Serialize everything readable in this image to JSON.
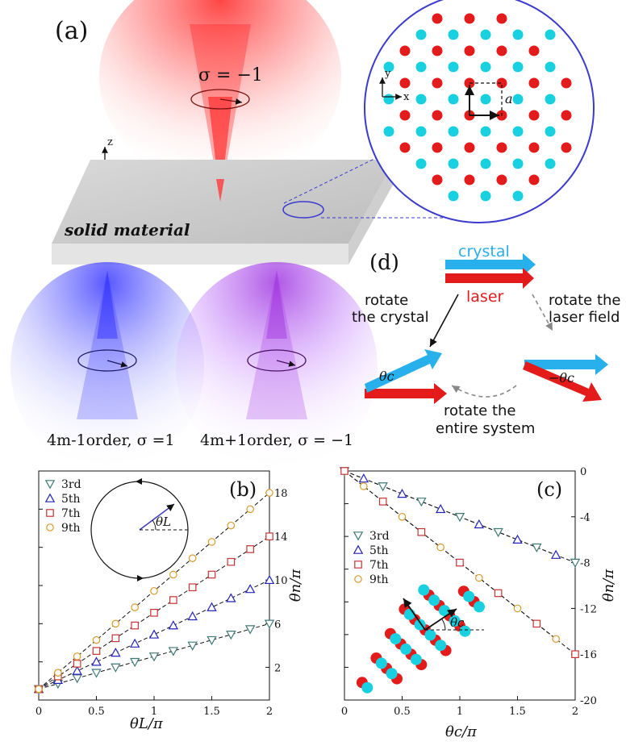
{
  "panel_a": {
    "label": "(a)",
    "incident_sigma": "σ = −1",
    "material": "solid material",
    "axes": {
      "z": "z",
      "y": "y",
      "x": "x"
    },
    "lattice_axes": {
      "y": "y",
      "x": "x"
    },
    "lattice_const": "a",
    "out_left": "4m-1order, σ =1",
    "out_right": "4m+1order, σ = −1"
  },
  "panel_d": {
    "label": "(d)",
    "crystal": "crystal",
    "laser": "laser",
    "rotate_crystal": [
      "rotate",
      "the crystal"
    ],
    "rotate_laser": [
      "rotate the",
      "laser field"
    ],
    "rotate_system": [
      "rotate the",
      "entire system"
    ],
    "theta_c": "θc",
    "minus_theta_c": "−θc"
  },
  "chart_data": [
    {
      "panel": "(b)",
      "type": "scatter",
      "xlabel": "θL/π",
      "ylabel": "θn/π",
      "xlim": [
        0,
        2
      ],
      "ylim": [
        -1,
        20
      ],
      "xticks": [
        "0",
        "0.5",
        "1",
        "1.5",
        "2"
      ],
      "yticks": [
        "2",
        "6",
        "10",
        "14",
        "18"
      ],
      "x": [
        0,
        0.1667,
        0.3333,
        0.5,
        0.6667,
        0.8333,
        1.0,
        1.1667,
        1.3333,
        1.5,
        1.6667,
        1.8333,
        2.0
      ],
      "series": [
        {
          "name": "3rd",
          "marker": "tri-down",
          "color": "#3f7a77",
          "slope": 3
        },
        {
          "name": "5th",
          "marker": "tri-up",
          "color": "#2323b8",
          "slope": 5
        },
        {
          "name": "7th",
          "marker": "square",
          "color": "#c83232",
          "slope": 7
        },
        {
          "name": "9th",
          "marker": "circle",
          "color": "#d99a2b",
          "slope": 9
        }
      ],
      "inset_label": "θL"
    },
    {
      "panel": "(c)",
      "type": "scatter",
      "xlabel": "θc/π",
      "ylabel": "θn/π",
      "xlim": [
        0,
        2
      ],
      "ylim": [
        -20,
        0
      ],
      "xticks": [
        "0",
        "0.5",
        "1",
        "1.5",
        "2"
      ],
      "yticks": [
        "0",
        "-4",
        "-8",
        "-12",
        "-16",
        "-20"
      ],
      "x": [
        0,
        0.1667,
        0.3333,
        0.5,
        0.6667,
        0.8333,
        1.0,
        1.1667,
        1.3333,
        1.5,
        1.6667,
        1.8333,
        2.0
      ],
      "series": [
        {
          "name": "3rd",
          "marker": "tri-down",
          "color": "#3f7a77",
          "slope": -4,
          "x": [
            0,
            0.3333,
            0.6667,
            1.0,
            1.3333,
            1.6667,
            2.0
          ]
        },
        {
          "name": "5th",
          "marker": "tri-up",
          "color": "#2323b8",
          "slope": -4,
          "x": [
            0.1667,
            0.5,
            0.8333,
            1.1667,
            1.5,
            1.8333
          ]
        },
        {
          "name": "7th",
          "marker": "square",
          "color": "#c83232",
          "slope": -8,
          "x": [
            0,
            0.3333,
            0.6667,
            1.0,
            1.3333,
            1.6667,
            2.0
          ]
        },
        {
          "name": "9th",
          "marker": "circle",
          "color": "#d99a2b",
          "slope": -8,
          "x": [
            0.1667,
            0.5,
            0.8333,
            1.1667,
            1.5,
            1.8333
          ]
        }
      ],
      "inset_label": "θc"
    }
  ],
  "colors": {
    "red": "#e31b1b",
    "cyan": "#19d0e0",
    "blue": "#3a3aff",
    "violet": "#a23ae0"
  }
}
